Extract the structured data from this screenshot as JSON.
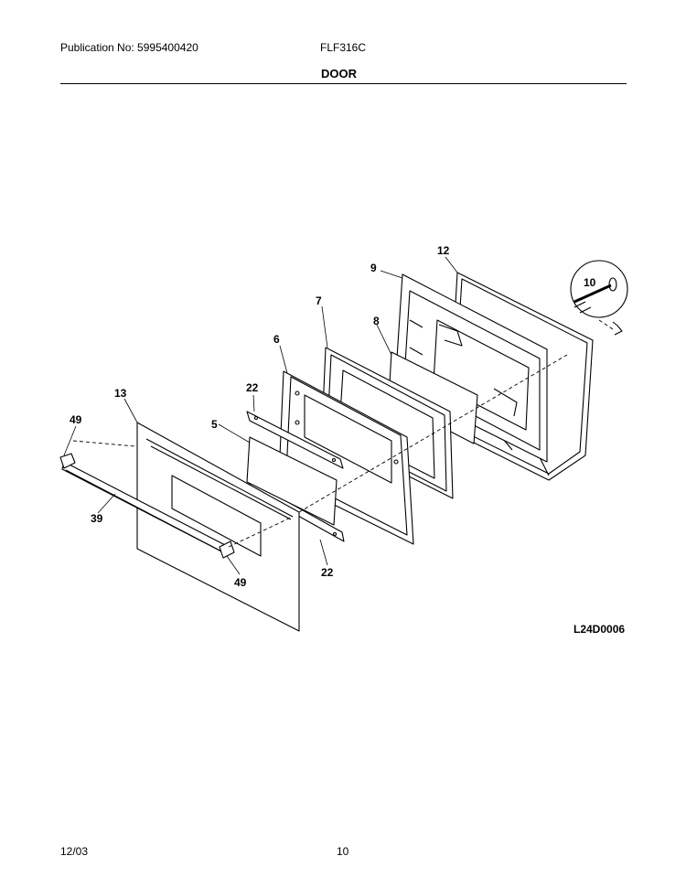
{
  "header": {
    "publication": "Publication No: 5995400420",
    "model": "FLF316C",
    "section_title": "DOOR"
  },
  "diagram": {
    "callouts": {
      "c12": "12",
      "c9": "9",
      "c10": "10",
      "c7": "7",
      "c8": "8",
      "c6": "6",
      "c22a": "22",
      "c13": "13",
      "c5": "5",
      "c49a": "49",
      "c39": "39",
      "c49b": "49",
      "c22b": "22"
    },
    "drawing_code": "L24D0006"
  },
  "footer": {
    "date": "12/03",
    "page_number": "10"
  }
}
